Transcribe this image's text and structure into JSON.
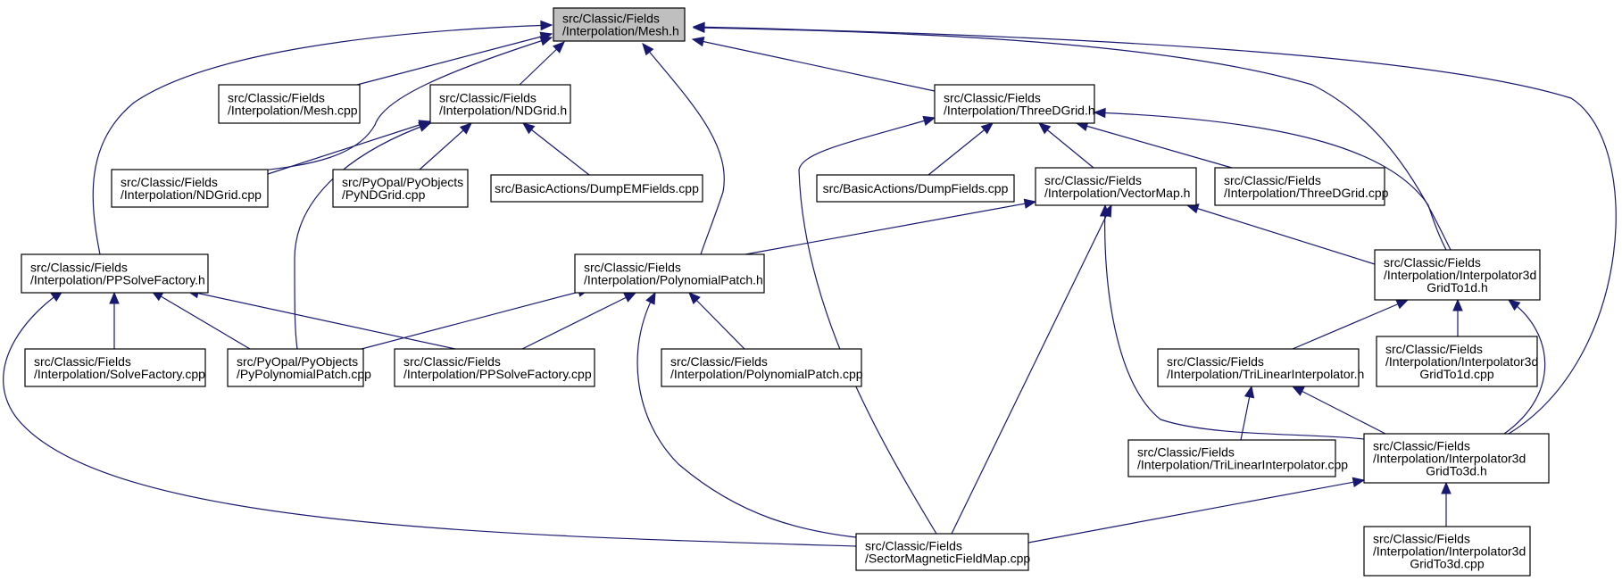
{
  "colors": {
    "edge": "#191970",
    "node_fill": "#ffffff",
    "root_fill": "#bfbfbf",
    "node_border": "#000000"
  },
  "nodes": [
    {
      "id": "mesh_h",
      "lines": [
        "src/Classic/Fields",
        "/Interpolation/Mesh.h"
      ],
      "root": true
    },
    {
      "id": "mesh_cpp",
      "lines": [
        "src/Classic/Fields",
        "/Interpolation/Mesh.cpp"
      ]
    },
    {
      "id": "ndgrid_h",
      "lines": [
        "src/Classic/Fields",
        "/Interpolation/NDGrid.h"
      ]
    },
    {
      "id": "threedgrid_h",
      "lines": [
        "src/Classic/Fields",
        "/Interpolation/ThreeDGrid.h"
      ]
    },
    {
      "id": "ndgrid_cpp",
      "lines": [
        "src/Classic/Fields",
        "/Interpolation/NDGrid.cpp"
      ]
    },
    {
      "id": "pyndgrid_cpp",
      "lines": [
        "src/PyOpal/PyObjects",
        "/PyNDGrid.cpp"
      ]
    },
    {
      "id": "dumpemfields_cpp",
      "lines": [
        "src/BasicActions/DumpEMFields.cpp"
      ]
    },
    {
      "id": "dumpfields_cpp",
      "lines": [
        "src/BasicActions/DumpFields.cpp"
      ]
    },
    {
      "id": "vectormap_h",
      "lines": [
        "src/Classic/Fields",
        "/Interpolation/VectorMap.h"
      ]
    },
    {
      "id": "threedgrid_cpp",
      "lines": [
        "src/Classic/Fields",
        "/Interpolation/ThreeDGrid.cpp"
      ]
    },
    {
      "id": "ppsolvefactory_h",
      "lines": [
        "src/Classic/Fields",
        "/Interpolation/PPSolveFactory.h"
      ]
    },
    {
      "id": "polynomialpatch_h",
      "lines": [
        "src/Classic/Fields",
        "/Interpolation/PolynomialPatch.h"
      ]
    },
    {
      "id": "interp3d1d_h",
      "lines": [
        "src/Classic/Fields",
        "/Interpolation/Interpolator3d",
        "GridTo1d.h"
      ]
    },
    {
      "id": "solvefactory_cpp",
      "lines": [
        "src/Classic/Fields",
        "/Interpolation/SolveFactory.cpp"
      ]
    },
    {
      "id": "pypolynomialpatch_cpp",
      "lines": [
        "src/PyOpal/PyObjects",
        "/PyPolynomialPatch.cpp"
      ]
    },
    {
      "id": "ppsolvefactory_cpp",
      "lines": [
        "src/Classic/Fields",
        "/Interpolation/PPSolveFactory.cpp"
      ]
    },
    {
      "id": "polynomialpatch_cpp",
      "lines": [
        "src/Classic/Fields",
        "/Interpolation/PolynomialPatch.cpp"
      ]
    },
    {
      "id": "trilinear_h",
      "lines": [
        "src/Classic/Fields",
        "/Interpolation/TriLinearInterpolator.h"
      ]
    },
    {
      "id": "interp3d1d_cpp",
      "lines": [
        "src/Classic/Fields",
        "/Interpolation/Interpolator3d",
        "GridTo1d.cpp"
      ]
    },
    {
      "id": "trilinear_cpp",
      "lines": [
        "src/Classic/Fields",
        "/Interpolation/TriLinearInterpolator.cpp"
      ]
    },
    {
      "id": "interp3d3d_h",
      "lines": [
        "src/Classic/Fields",
        "/Interpolation/Interpolator3d",
        "GridTo3d.h"
      ]
    },
    {
      "id": "sectormag_cpp",
      "lines": [
        "src/Classic/Fields",
        "/SectorMagneticFieldMap.cpp"
      ]
    },
    {
      "id": "interp3d3d_cpp",
      "lines": [
        "src/Classic/Fields",
        "/Interpolation/Interpolator3d",
        "GridTo3d.cpp"
      ]
    }
  ],
  "edges": [
    [
      "mesh_h",
      "mesh_cpp"
    ],
    [
      "mesh_h",
      "ndgrid_h"
    ],
    [
      "mesh_h",
      "threedgrid_h"
    ],
    [
      "mesh_h",
      "ndgrid_cpp"
    ],
    [
      "mesh_h",
      "ppsolvefactory_h"
    ],
    [
      "mesh_h",
      "polynomialpatch_h"
    ],
    [
      "mesh_h",
      "interp3d1d_h"
    ],
    [
      "mesh_h",
      "interp3d3d_h"
    ],
    [
      "ndgrid_h",
      "ndgrid_cpp"
    ],
    [
      "ndgrid_h",
      "pyndgrid_cpp"
    ],
    [
      "ndgrid_h",
      "dumpemfields_cpp"
    ],
    [
      "ndgrid_h",
      "pypolynomialpatch_cpp"
    ],
    [
      "threedgrid_h",
      "dumpfields_cpp"
    ],
    [
      "threedgrid_h",
      "vectormap_h"
    ],
    [
      "threedgrid_h",
      "threedgrid_cpp"
    ],
    [
      "threedgrid_h",
      "sectormag_cpp"
    ],
    [
      "threedgrid_h",
      "interp3d1d_h"
    ],
    [
      "vectormap_h",
      "polynomialpatch_h"
    ],
    [
      "vectormap_h",
      "interp3d1d_h"
    ],
    [
      "vectormap_h",
      "sectormag_cpp"
    ],
    [
      "vectormap_h",
      "interp3d3d_h"
    ],
    [
      "ppsolvefactory_h",
      "solvefactory_cpp"
    ],
    [
      "ppsolvefactory_h",
      "pypolynomialpatch_cpp"
    ],
    [
      "ppsolvefactory_h",
      "ppsolvefactory_cpp"
    ],
    [
      "ppsolvefactory_h",
      "sectormag_cpp"
    ],
    [
      "polynomialpatch_h",
      "pypolynomialpatch_cpp"
    ],
    [
      "polynomialpatch_h",
      "ppsolvefactory_cpp"
    ],
    [
      "polynomialpatch_h",
      "polynomialpatch_cpp"
    ],
    [
      "polynomialpatch_h",
      "sectormag_cpp"
    ],
    [
      "interp3d1d_h",
      "trilinear_h"
    ],
    [
      "interp3d1d_h",
      "interp3d1d_cpp"
    ],
    [
      "interp3d1d_h",
      "interp3d3d_h"
    ],
    [
      "trilinear_h",
      "trilinear_cpp"
    ],
    [
      "trilinear_h",
      "interp3d3d_h"
    ],
    [
      "interp3d3d_h",
      "sectormag_cpp"
    ],
    [
      "interp3d3d_h",
      "interp3d3d_cpp"
    ]
  ]
}
